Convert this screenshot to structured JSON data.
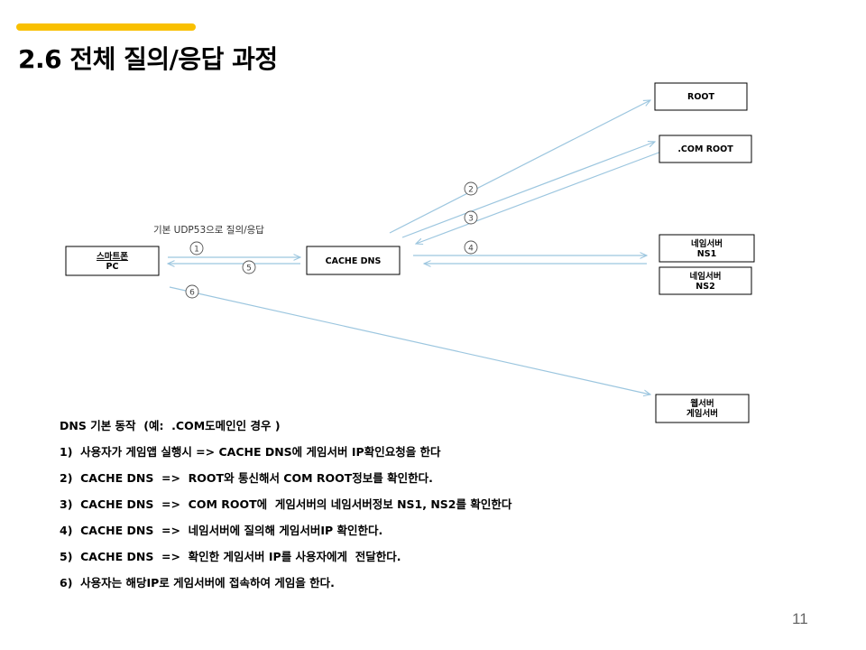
{
  "slide": {
    "title": "2.6 전체 질의/응답 과정",
    "page_number": "11"
  },
  "diagram": {
    "caption": "기본 UDP53으로 질의/응답",
    "nodes": {
      "pc": [
        "스마트폰",
        "PC"
      ],
      "cache": [
        "CACHE DNS"
      ],
      "root": [
        "ROOT"
      ],
      "com_root": [
        ".COM ROOT"
      ],
      "ns1": [
        "네임서버",
        "NS1"
      ],
      "ns2": [
        "네임서버",
        "NS2"
      ],
      "game_server": [
        "웹서버",
        "게임서버"
      ]
    },
    "step_numbers": [
      "1",
      "2",
      "3",
      "4",
      "5",
      "6"
    ]
  },
  "explanation": {
    "heading": "DNS 기본 동작  (예:  .COM도메인인 경우 )",
    "steps": [
      "1)  사용자가 게임앱 실행시 => CACHE DNS에 게임서버 IP확인요청을 한다",
      "2)  CACHE DNS  =>  ROOT와 통신해서 COM ROOT정보를 확인한다.",
      "3)  CACHE DNS  =>  COM ROOT에  게임서버의 네임서버정보 NS1, NS2를 확인한다",
      "4)  CACHE DNS  =>  네임서버에 질의해 게임서버IP 확인한다.",
      "5)  CACHE DNS  =>  확인한 게임서버 IP를 사용자에게  전달한다.",
      "6)  사용자는 해당IP로 게임서버에 접속하여 게임을 한다."
    ]
  },
  "colors": {
    "accent": "#f9c000",
    "arrow": "#9cc6df",
    "page_number": "#666666"
  }
}
